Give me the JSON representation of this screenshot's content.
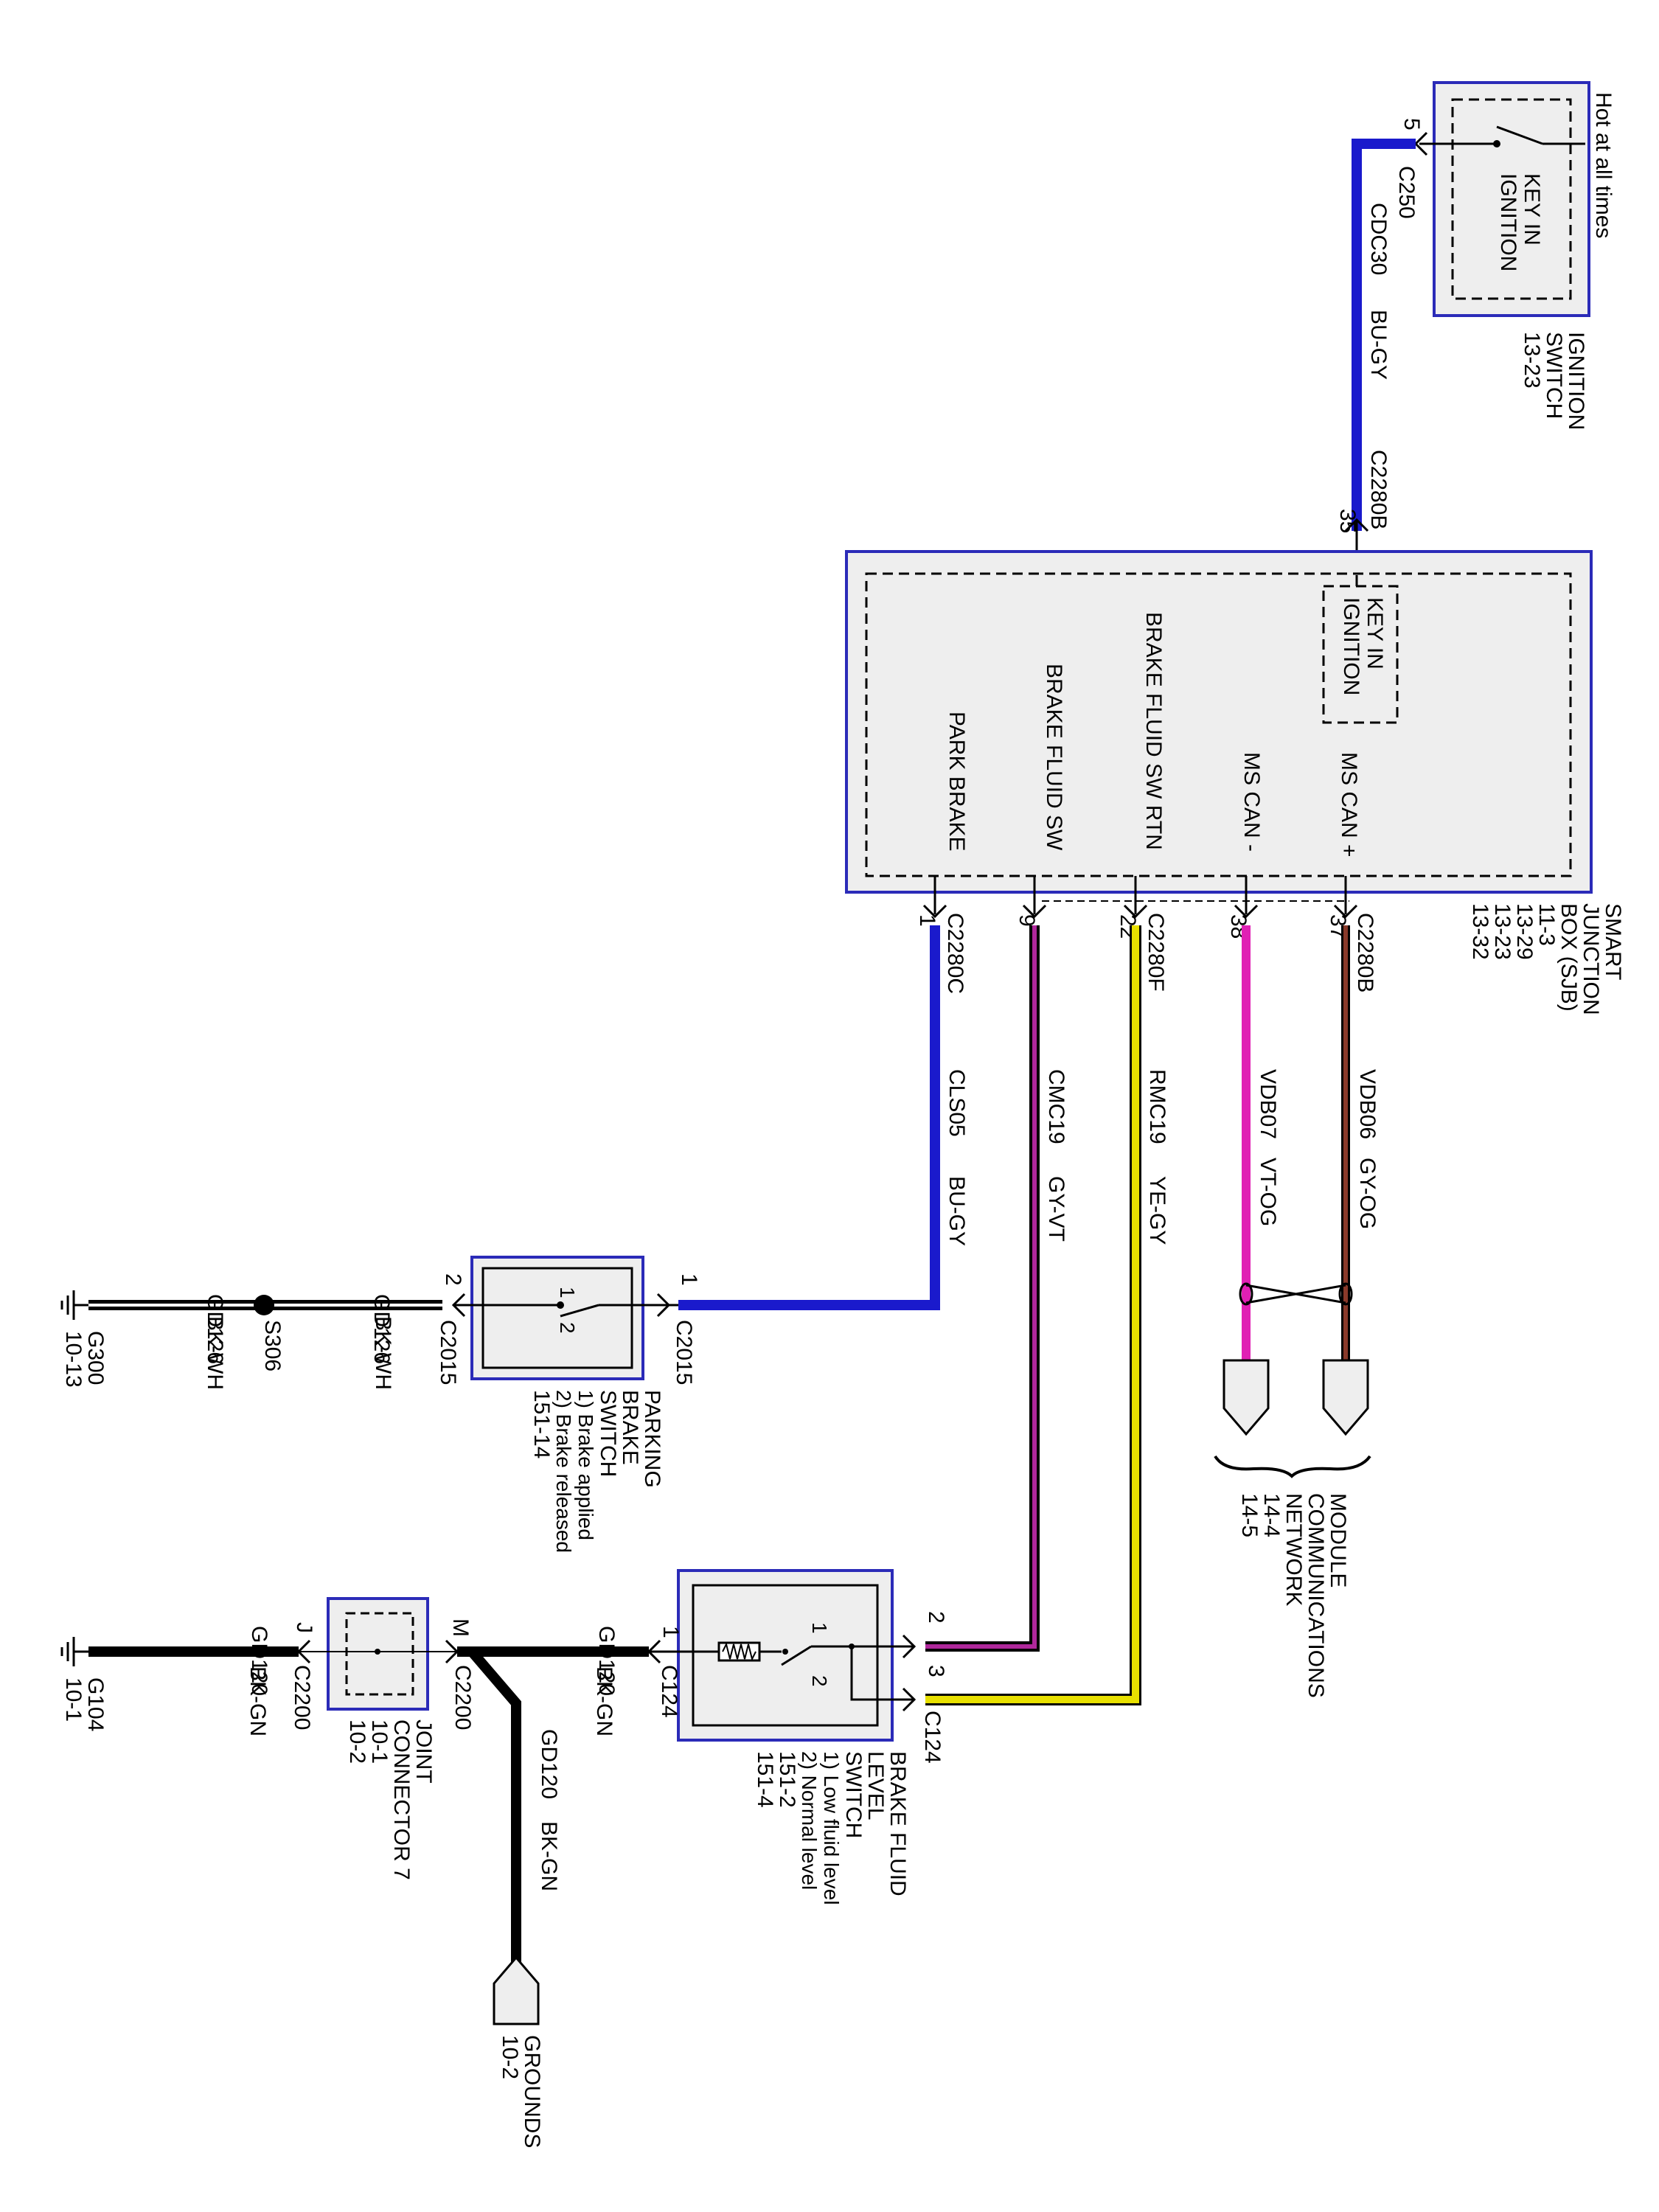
{
  "colors": {
    "wire_blue": "#1a1acc",
    "wire_violet": "#b0289c",
    "wire_yellow": "#e8e000",
    "wire_magenta": "#e020b4",
    "wire_brown": "#8a3a2a",
    "wire_black": "#000000",
    "component_fill": "#eeeeee",
    "component_border": "#2b2bb8"
  },
  "ignition": {
    "hot_label": "Hot at all times",
    "key_label_1": "KEY IN",
    "key_label_2": "IGNITION",
    "name_1": "IGNITION",
    "name_2": "SWITCH",
    "ref": "13-23",
    "pin": "5",
    "connector": "C250",
    "circuit": "CDC30",
    "color": "BU-GY"
  },
  "sjb": {
    "connector_in": "C2280B",
    "pin_in": "35",
    "key_label_1": "KEY IN",
    "key_label_2": "IGNITION",
    "name_1": "SMART",
    "name_2": "JUNCTION",
    "name_3": "BOX (SJB)",
    "refs": [
      "11-3",
      "13-29",
      "13-23",
      "13-32"
    ],
    "signals": {
      "ms_can_plus": "MS CAN +",
      "ms_can_minus": "MS CAN -",
      "brake_fluid_rtn": "BRAKE FLUID SW RTN",
      "brake_fluid_sw": "BRAKE FLUID SW",
      "park_brake": "PARK BRAKE"
    },
    "connector_b": "C2280B",
    "connector_f": "C2280F",
    "connector_c": "C2280C",
    "pins": {
      "ms_can_plus": "37",
      "ms_can_minus": "38",
      "brake_fluid_rtn": "22",
      "brake_fluid_sw": "9",
      "park_brake": "1"
    }
  },
  "wires": {
    "vdb06": {
      "circuit": "VDB06",
      "color": "GY-OG"
    },
    "vdb07": {
      "circuit": "VDB07",
      "color": "VT-OG"
    },
    "rmc19": {
      "circuit": "RMC19",
      "color": "YE-GY"
    },
    "cmc19": {
      "circuit": "CMC19",
      "color": "GY-VT"
    },
    "cls05": {
      "circuit": "CLS05",
      "color": "BU-GY"
    }
  },
  "network": {
    "name_1": "MODULE",
    "name_2": "COMMUNICATIONS",
    "name_3": "NETWORK",
    "ref_1": "14-4",
    "ref_2": "14-5"
  },
  "parking_brake": {
    "pin_in": "1",
    "connector_in": "C2015",
    "pin_out": "2",
    "connector_out": "C2015",
    "switch_pin_1": "1",
    "switch_pin_2": "2",
    "name_1": "PARKING",
    "name_2": "BRAKE",
    "name_3": "SWITCH",
    "note_1": "1) Brake applied",
    "note_2": "2) Brake released",
    "ref": "151-14",
    "gnd_circuit": "GD126",
    "gnd_color": "BK-WH",
    "splice": "S306",
    "gnd_circuit_2": "GD126",
    "gnd_color_2": "BK-WH",
    "ground": "G300",
    "ground_ref": "10-13"
  },
  "brake_fluid": {
    "pin_2": "2",
    "pin_3": "3",
    "connector_right": "C124",
    "pin_1": "1",
    "connector_left": "C124",
    "switch_pin_1": "1",
    "switch_pin_2": "2",
    "name_1": "BRAKE FLUID",
    "name_2": "LEVEL",
    "name_3": "SWITCH",
    "note_1": "1) Low fluid level",
    "note_2": "2) Normal level",
    "ref_1": "151-2",
    "ref_2": "151-4"
  },
  "joint": {
    "pin_m": "M",
    "connector_m": "C2200",
    "pin_j": "J",
    "connector_j": "C2200",
    "name_1": "JOINT",
    "name_2": "CONNECTOR 7",
    "ref_1": "10-1",
    "ref_2": "10-2",
    "circuit_a": "GD120",
    "color_a": "BK-GN",
    "circuit_b": "GD120",
    "color_b": "BK-GN",
    "circuit_c": "GD120",
    "color_c": "BK-GN",
    "ground": "G104",
    "ground_ref": "10-1",
    "grounds_1": "GROUNDS",
    "grounds_2": "10-2"
  }
}
